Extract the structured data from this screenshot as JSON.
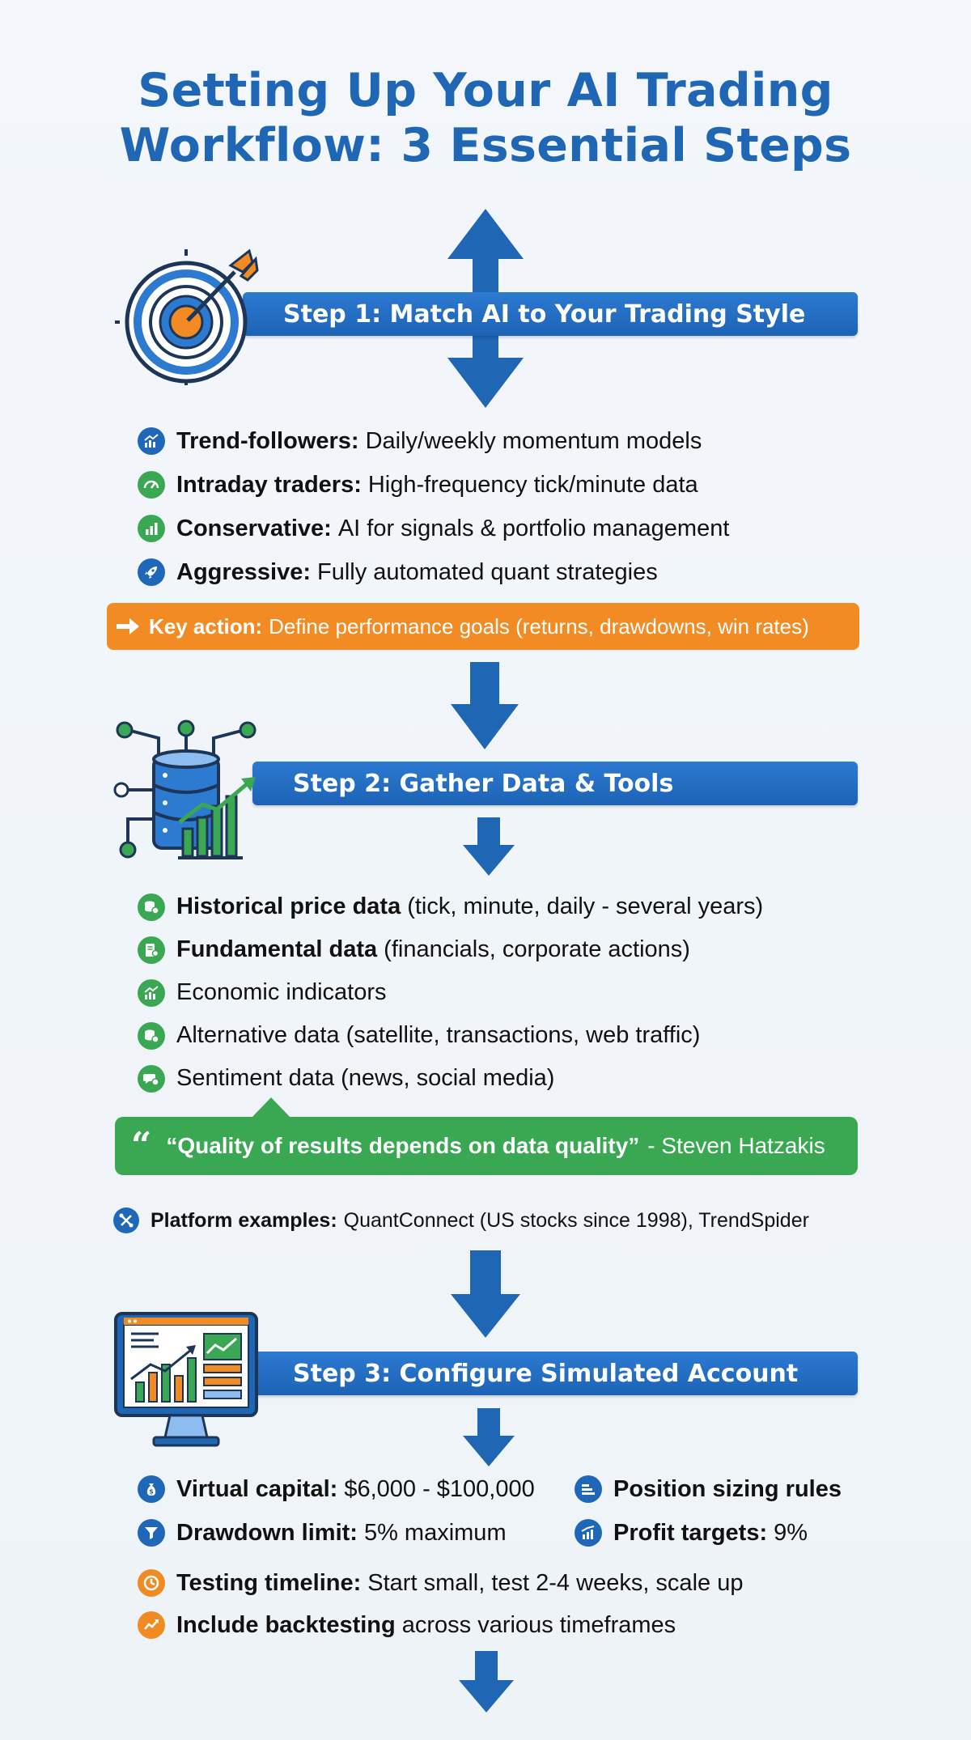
{
  "title": {
    "line1": "Setting Up Your AI Trading",
    "line2": "Workflow: 3 Essential Steps"
  },
  "colors": {
    "primary_blue": "#1f66b5",
    "banner_blue": "#2d7ad1",
    "accent_orange": "#f38b24",
    "accent_green": "#3aa853"
  },
  "step1": {
    "heading": "Step 1: Match AI to Your Trading Style",
    "icon": "target-arrow-icon",
    "bullets": [
      {
        "icon": "chart-up-icon",
        "color": "blue",
        "bold": "Trend-followers:",
        "text": "Daily/weekly momentum models"
      },
      {
        "icon": "gauge-icon",
        "color": "green",
        "bold": "Intraday traders:",
        "text": "High-frequency tick/minute data"
      },
      {
        "icon": "bar-chart-icon",
        "color": "green",
        "bold": "Conservative:",
        "text": "AI for signals & portfolio management"
      },
      {
        "icon": "rocket-icon",
        "color": "blue",
        "bold": "Aggressive:",
        "text": "Fully automated quant strategies"
      }
    ],
    "key_action": {
      "bold": "Key action:",
      "text": "Define performance goals (returns, drawdowns, win rates)"
    }
  },
  "step2": {
    "heading": "Step 2: Gather Data & Tools",
    "icon": "database-network-icon",
    "bullets": [
      {
        "icon": "coins-icon",
        "color": "green",
        "bold": "Historical price data",
        "text": "(tick, minute, daily - several years)"
      },
      {
        "icon": "document-icon",
        "color": "green",
        "bold": "Fundamental data",
        "text": "(financials, corporate actions)"
      },
      {
        "icon": "chart-up-icon",
        "color": "green",
        "bold": "",
        "text": "Economic indicators"
      },
      {
        "icon": "coins-icon",
        "color": "green",
        "bold": "",
        "text": "Alternative data (satellite, transactions, web traffic)"
      },
      {
        "icon": "chat-icon",
        "color": "green",
        "bold": "",
        "text": "Sentiment data (news, social media)"
      }
    ],
    "quote": {
      "mark": "“",
      "bold": "“Quality of results depends on data quality”",
      "text": "- Steven Hatzakis"
    },
    "platform": {
      "icon": "tools-icon",
      "bold": "Platform examples:",
      "text": "QuantConnect (US stocks since 1998), TrendSpider"
    }
  },
  "step3": {
    "heading": "Step 3: Configure Simulated Account",
    "icon": "monitor-dashboard-icon",
    "grid": [
      {
        "icon": "money-bag-icon",
        "color": "blue",
        "bold": "Virtual capital:",
        "text": "$6,000 - $100,000"
      },
      {
        "icon": "sizing-icon",
        "color": "blue",
        "bold": "Position sizing rules",
        "text": ""
      },
      {
        "icon": "drawdown-icon",
        "color": "blue",
        "bold": "Drawdown limit:",
        "text": "5% maximum"
      },
      {
        "icon": "target-chart-icon",
        "color": "blue",
        "bold": "Profit targets:",
        "text": "9%"
      }
    ],
    "bullets": [
      {
        "icon": "clock-icon",
        "color": "orange",
        "bold": "Testing timeline:",
        "text": "Start small, test 2-4 weeks, scale up"
      },
      {
        "icon": "trend-line-icon",
        "color": "orange",
        "bold": "Include backtesting",
        "text": "across various timeframes"
      }
    ]
  }
}
